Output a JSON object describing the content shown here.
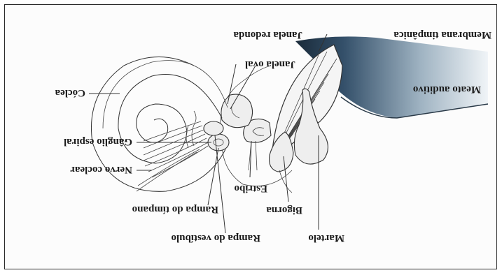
{
  "labels": {
    "janela_redonda": "Janela redonda",
    "janela_oval": "Janela oval",
    "coclea": "Cóclea",
    "ganglio_espiral": "Gânglio espiral",
    "nervo_coclear": "Nervo coclear",
    "rampa_timpano": "Rampa do tímpano",
    "rampa_vestibulo": "Rampa do vestíbulo",
    "estribo": "Estribo",
    "bigorna": "Bigorna",
    "martelo": "Martelo",
    "membrana_timpanica": "Membrana timpânica",
    "meato_auditivo": "Meato auditivo"
  },
  "colors": {
    "canal_dark": "#1e3344",
    "canal_light": "#eaf0f4",
    "label": "#1a1a1a"
  }
}
